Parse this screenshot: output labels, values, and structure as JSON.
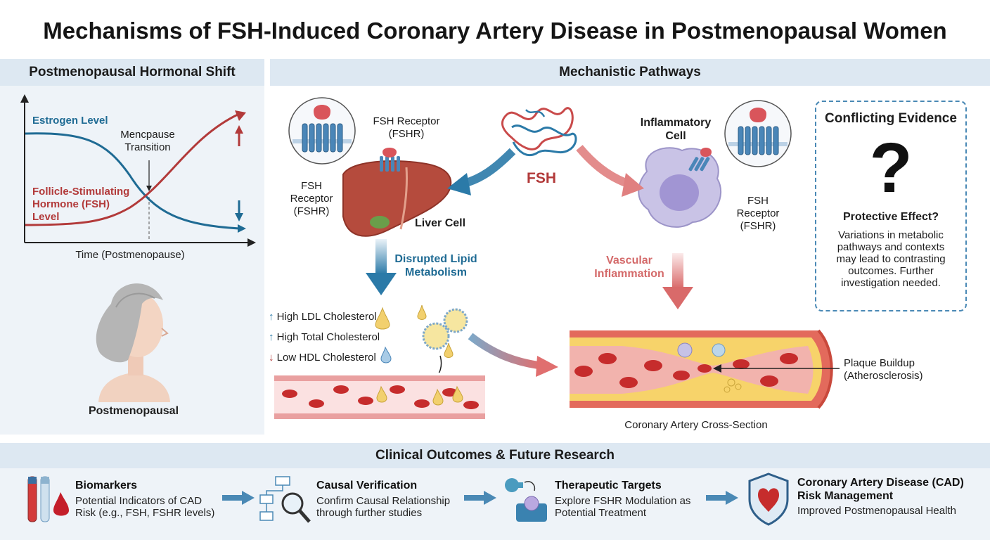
{
  "title": "Mechanisms of FSH-Induced Coronary Artery Disease in Postmenopausal Women",
  "left_panel": {
    "heading": "Postmenopausal Hormonal Shift",
    "estrogen_label": "Estrogen Level",
    "fsh_label_1": "Follicle-Stimulating",
    "fsh_label_2": "Hormone (FSH)",
    "fsh_label_3": "Level",
    "menopause_1": "Mencpause",
    "menopause_2": "Transition",
    "x_axis": "Time (Postmenopause)",
    "person_label": "Postmenopausal"
  },
  "mechanistic": {
    "heading": "Mechanistic Pathways",
    "fshr_top_1": "FSH Receptor",
    "fshr_top_2": "(FSHR)",
    "fshr_left_1": "FSH",
    "fshr_left_2": "Receptor",
    "fshr_left_3": "(FSHR)",
    "liver_label": "Liver Cell",
    "fsh_center": "FSH",
    "inflam_cell_1": "Inflammatory",
    "inflam_cell_2": "Cell",
    "fshr_right_1": "FSH",
    "fshr_right_2": "Receptor",
    "fshr_right_3": "(FSHR)",
    "lipid_1": "Disrupted Lipid",
    "lipid_2": "Metabolism",
    "vascular_1": "Vascular",
    "vascular_2": "Inflammation",
    "ldl": "High LDL Cholesterol",
    "total": "High Total Cholesterol",
    "hdl": "Low HDL Cholesterol",
    "plaque_1": "Plaque Buildup",
    "plaque_2": "(Atherosclerosis)",
    "artery_caption": "Coronary Artery Cross-Section"
  },
  "conflicting": {
    "heading": "Conflicting Evidence",
    "mark": "?",
    "sub": "Protective Effect?",
    "line1": "Variations in metabolic",
    "line2": "pathways and contexts",
    "line3": "may lead to contrasting",
    "line4": "outcomes. Further",
    "line5": "investigation needed."
  },
  "outcomes": {
    "heading": "Clinical Outcomes & Future Research",
    "items": [
      {
        "title": "Biomarkers",
        "line1": "Potential Indicators of CAD",
        "line2": "Risk (e.g., FSH, FSHR levels)"
      },
      {
        "title": "Causal Verification",
        "line1": "Confirm Causal Relationship",
        "line2": "through further studies"
      },
      {
        "title": "Therapeutic Targets",
        "line1": "Explore FSHR Modulation as",
        "line2": "Potential Treatment"
      },
      {
        "title": "Coronary Artery Disease (CAD)",
        "line1": "Risk Management",
        "line2": "Improved Postmenopausal Health"
      }
    ]
  },
  "colors": {
    "estrogen": "#1f6b94",
    "fsh": "#b23a3a",
    "panel_bg": "#eef3f8",
    "panel_head": "#dde8f2",
    "dashed_border": "#4a89b5"
  }
}
